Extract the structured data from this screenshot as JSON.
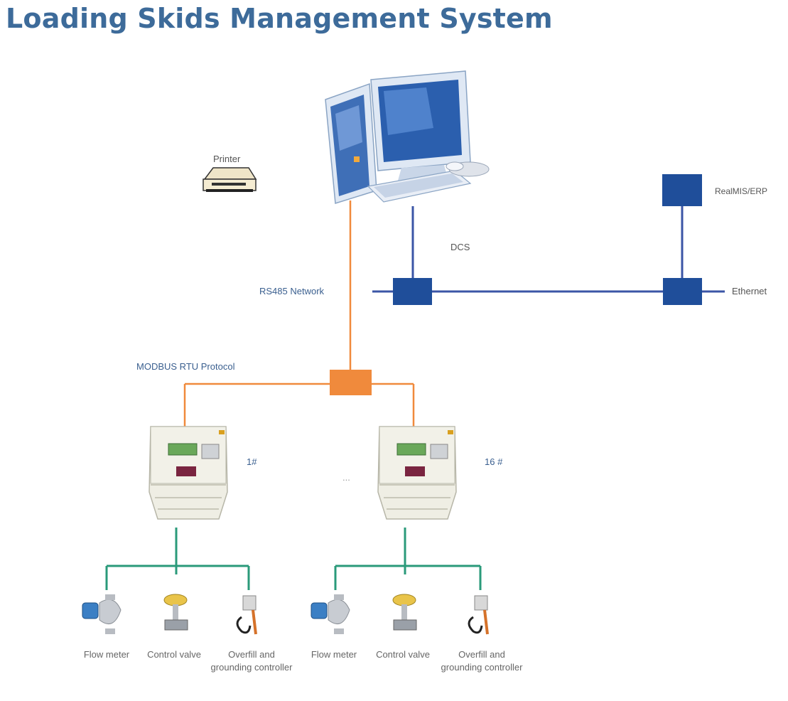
{
  "title": "Loading Skids Management System",
  "labels": {
    "printer": "Printer",
    "realmis": "RealMIS/ERP",
    "dcs": "DCS",
    "rs485": "RS485 Network",
    "ethernet": "Ethernet",
    "modbus": "MODBUS RTU Protocol",
    "unit_first": "1#",
    "unit_last": "16 #",
    "ellipsis": "..."
  },
  "devices_group_1": {
    "flow_meter": "Flow meter",
    "control_valve": "Control valve",
    "overfill_line1": "Overfill and",
    "overfill_line2": "grounding controller"
  },
  "devices_group_2": {
    "flow_meter": "Flow meter",
    "control_valve": "Control valve",
    "overfill_line1": "Overfill and",
    "overfill_line2": "grounding controller"
  },
  "colors": {
    "title": "#3d6b9a",
    "ethernet_line": "#3b55a6",
    "node_fill": "#1f4e9a",
    "rs485_line": "#f08a3c",
    "field_bus": "#2a9a7a"
  }
}
